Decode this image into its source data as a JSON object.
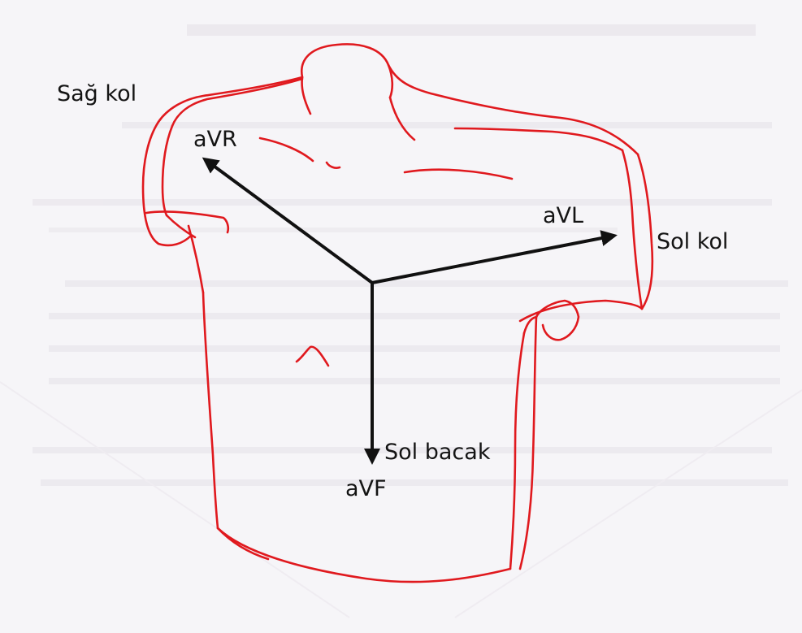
{
  "diagram": {
    "labels": {
      "right_arm": "Sağ kol",
      "left_arm": "Sol kol",
      "left_leg": "Sol bacak",
      "avr": "aVR",
      "avl": "aVL",
      "avf": "aVF"
    },
    "colors": {
      "outline": "#e0191e",
      "arrow": "#111111",
      "background": "#f6f5f8"
    }
  }
}
